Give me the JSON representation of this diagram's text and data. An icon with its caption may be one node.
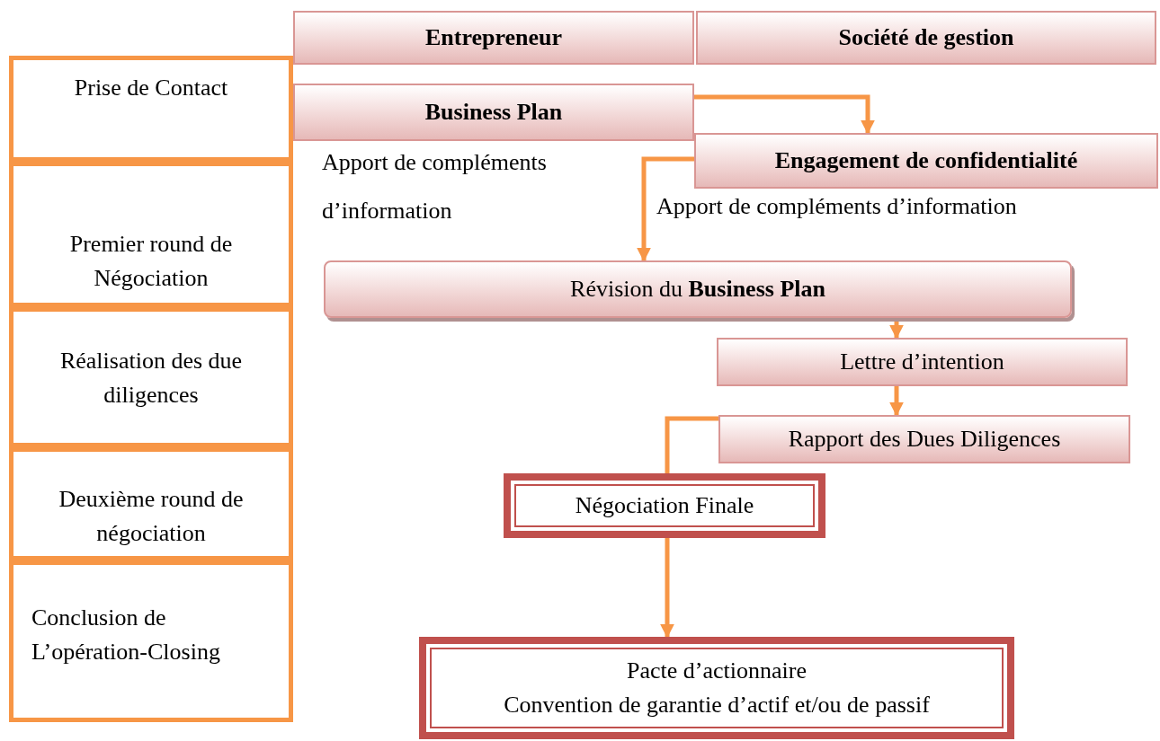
{
  "diagram": {
    "nodes": [
      {
        "text": [
          "Entrepreneur"
        ]
      },
      {
        "text": [
          "Société de gestion"
        ]
      },
      {
        "text": [
          "Prise de Contact"
        ]
      },
      {
        "text": [
          "Premier round de Négociation"
        ]
      },
      {
        "text": [
          "Réalisation des due diligences"
        ]
      },
      {
        "text": [
          "Deuxième round de négociation"
        ]
      },
      {
        "text": [
          "Conclusion de L’opération-Closing"
        ]
      },
      {
        "text": [
          "Business Plan"
        ]
      },
      {
        "text": [
          "Engagement de confidentialité"
        ]
      },
      {
        "text": [
          "Révision du **Business Plan**"
        ]
      },
      {
        "text": [
          "Lettre d’intention"
        ]
      },
      {
        "text": [
          "Rapport des Dues Diligences"
        ]
      },
      {
        "text": [
          "Négociation Finale"
        ]
      },
      {
        "text": [
          "Pacte d’actionnaire",
          "Convention de garantie d’actif et/ou de passif"
        ]
      }
    ],
    "edges": [
      {
        "from": 7,
        "to": 8,
        "arrow": "to"
      },
      {
        "from": 8,
        "to": 9,
        "arrow": "to"
      },
      {
        "from": 9,
        "to": 10,
        "arrow": "to"
      },
      {
        "from": 10,
        "to": 11,
        "arrow": "to"
      },
      {
        "from": 11,
        "to": 12,
        "arrow": "none"
      },
      {
        "from": 12,
        "to": 13,
        "arrow": "to"
      }
    ],
    "labels": [
      "Apport de compléments d’information",
      "Apport de compléments d’information"
    ]
  }
}
